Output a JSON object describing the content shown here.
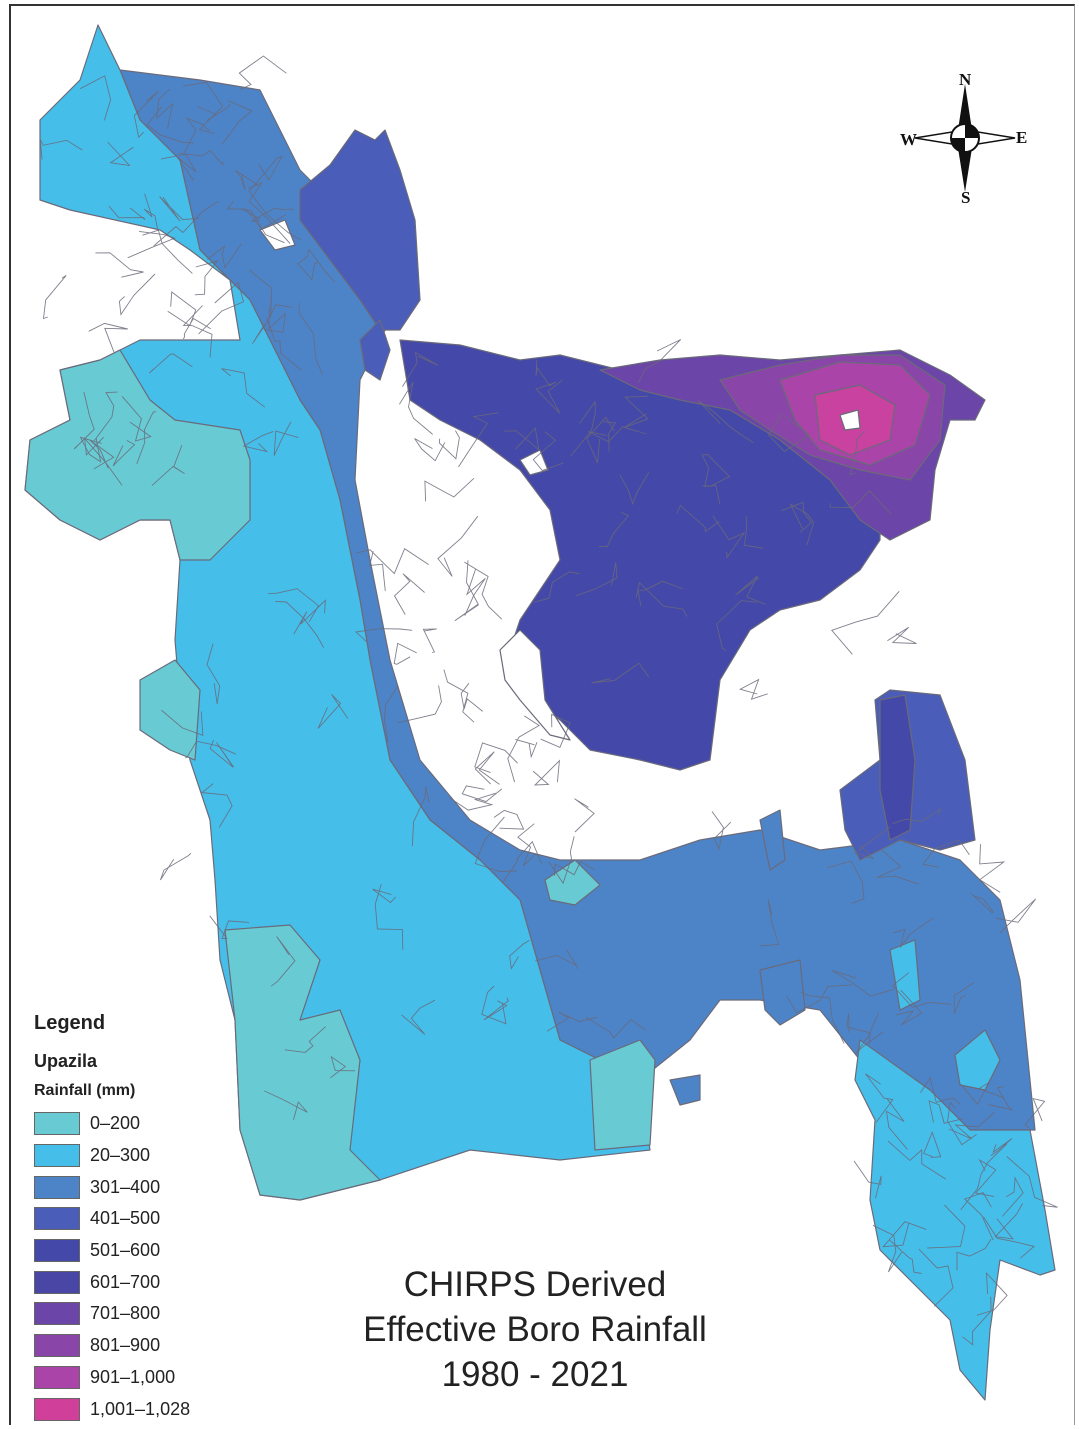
{
  "map": {
    "title_lines": [
      "CHIRPS Derived",
      "Effective Boro Rainfall",
      "1980 - 2021"
    ],
    "border_color": "#6a6a7a"
  },
  "compass": {
    "north": "N",
    "south": "S",
    "east": "E",
    "west": "W"
  },
  "legend": {
    "heading": "Legend",
    "layer": "Upazila",
    "field": "Rainfall (mm)",
    "classes": [
      {
        "label": "0–200",
        "color": "#68cbd3"
      },
      {
        "label": "20–300",
        "color": "#45bfea"
      },
      {
        "label": "301–400",
        "color": "#4d84c8"
      },
      {
        "label": "401–500",
        "color": "#4a5db8"
      },
      {
        "label": "501–600",
        "color": "#4448a8"
      },
      {
        "label": "601–700",
        "color": "#4a46a6"
      },
      {
        "label": "701–800",
        "color": "#6b45a7"
      },
      {
        "label": "801–900",
        "color": "#8a45a8"
      },
      {
        "label": "901–1,000",
        "color": "#aa44a8"
      },
      {
        "label": "1,001–1,028",
        "color": "#d0409a"
      }
    ]
  }
}
